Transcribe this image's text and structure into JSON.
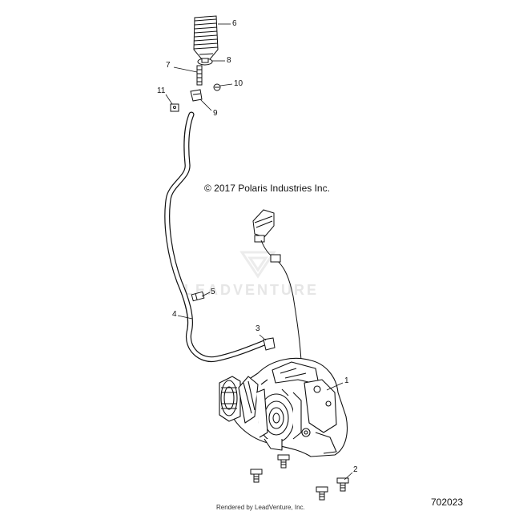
{
  "copyright": "© 2017 Polaris Industries Inc.",
  "drawing_number": "702023",
  "footer": "Rendered by LeadVenture, Inc.",
  "watermark": "LEADVENTURE",
  "callouts": {
    "c1": "1",
    "c2": "2",
    "c3": "3",
    "c4": "4",
    "c5": "5",
    "c6": "6",
    "c7": "7",
    "c8": "8",
    "c9": "9",
    "c10": "10",
    "c11": "11"
  },
  "parts": [
    {
      "callout": "1",
      "part": "front-gearcase"
    },
    {
      "callout": "2",
      "part": "mounting-bolt"
    },
    {
      "callout": "3",
      "part": "vent-hose-plug"
    },
    {
      "callout": "4",
      "part": "vent-hose"
    },
    {
      "callout": "5",
      "part": "hose-clip"
    },
    {
      "callout": "6",
      "part": "boot"
    },
    {
      "callout": "7",
      "part": "fitting"
    },
    {
      "callout": "8",
      "part": "clamp"
    },
    {
      "callout": "9",
      "part": "retainer"
    },
    {
      "callout": "10",
      "part": "screw"
    },
    {
      "callout": "11",
      "part": "clip"
    }
  ]
}
